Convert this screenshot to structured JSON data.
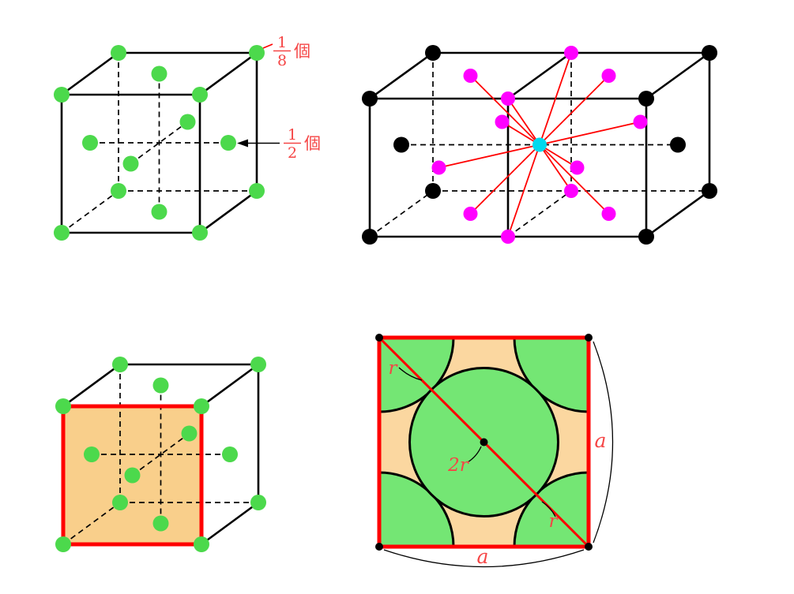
{
  "colors": {
    "black": "#000000",
    "green": "#4cd94c",
    "magenta": "#ff00ff",
    "cyan": "#00d9ee",
    "red": "#ff0000",
    "red_text": "#f54545",
    "face_orange": "#f9cf8b",
    "bg_orange": "#fbd7a0",
    "circle_green": "#74e674"
  },
  "cell_count_panel": {
    "corner_fraction": {
      "numerator": "1",
      "denominator": "8",
      "unit": "個"
    },
    "face_fraction": {
      "numerator": "1",
      "denominator": "2",
      "unit": "個"
    }
  },
  "packing_panel": {
    "r_upper": "r",
    "two_r": "2r",
    "r_lower": "r",
    "a_right": "a",
    "a_bottom": "a"
  }
}
